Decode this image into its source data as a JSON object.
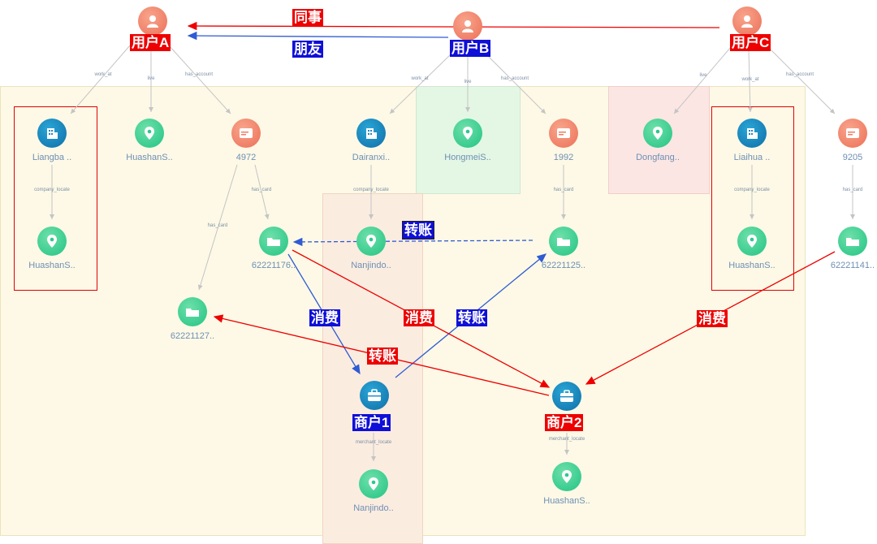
{
  "users": [
    {
      "id": "userA",
      "label": "用户A",
      "tag_color": "red"
    },
    {
      "id": "userB",
      "label": "用户B",
      "tag_color": "blue"
    },
    {
      "id": "userC",
      "label": "用户C",
      "tag_color": "red"
    }
  ],
  "relations": [
    {
      "id": "rel-tongshi",
      "label": "同事",
      "color": "#ee0000",
      "tag_color": "red"
    },
    {
      "id": "rel-pengyou",
      "label": "朋友",
      "color": "#2f5bd3",
      "tag_color": "blue"
    }
  ],
  "entities": {
    "liangba": "Liangba ..",
    "huashan_a_live": "HuashanS..",
    "acct_4972": "4972",
    "huashan_a_co": "HuashanS..",
    "card_62221176": "62221176..",
    "card_62221127": "62221127..",
    "dairanxi": "Dairanxi..",
    "hongmei": "HongmeiS..",
    "acct_1992": "1992",
    "nanjing_b": "Nanjindo..",
    "card_62221125": "62221125..",
    "dongfang": "Dongfang..",
    "liaihua": "Liaihua ..",
    "acct_9205": "9205",
    "huashan_c_co": "HuashanS..",
    "card_62221141": "62221141..",
    "nanjing_m1": "Nanjindo..",
    "huashan_m2": "HuashanS.."
  },
  "merchants": [
    {
      "id": "m1",
      "label": "商户1",
      "tag_color": "blue"
    },
    {
      "id": "m2",
      "label": "商户2",
      "tag_color": "red"
    }
  ],
  "edge_labels": {
    "work_at": "work_at",
    "live": "live",
    "has_account": "has_account",
    "company_locate": "company_locate",
    "has_card": "has_card",
    "merchant_locate": "merchant_locate"
  },
  "transactions": {
    "transfer": "转账",
    "consume": "消费"
  },
  "colors": {
    "red": "#ee0000",
    "blue": "#2f5bd3",
    "grey_edge": "#c4c4c4",
    "region_yellow": "#fdf9e6",
    "region_green": "#e3f7e4",
    "region_pink": "#fbe6e3",
    "region_salmon": "#fbece0"
  }
}
